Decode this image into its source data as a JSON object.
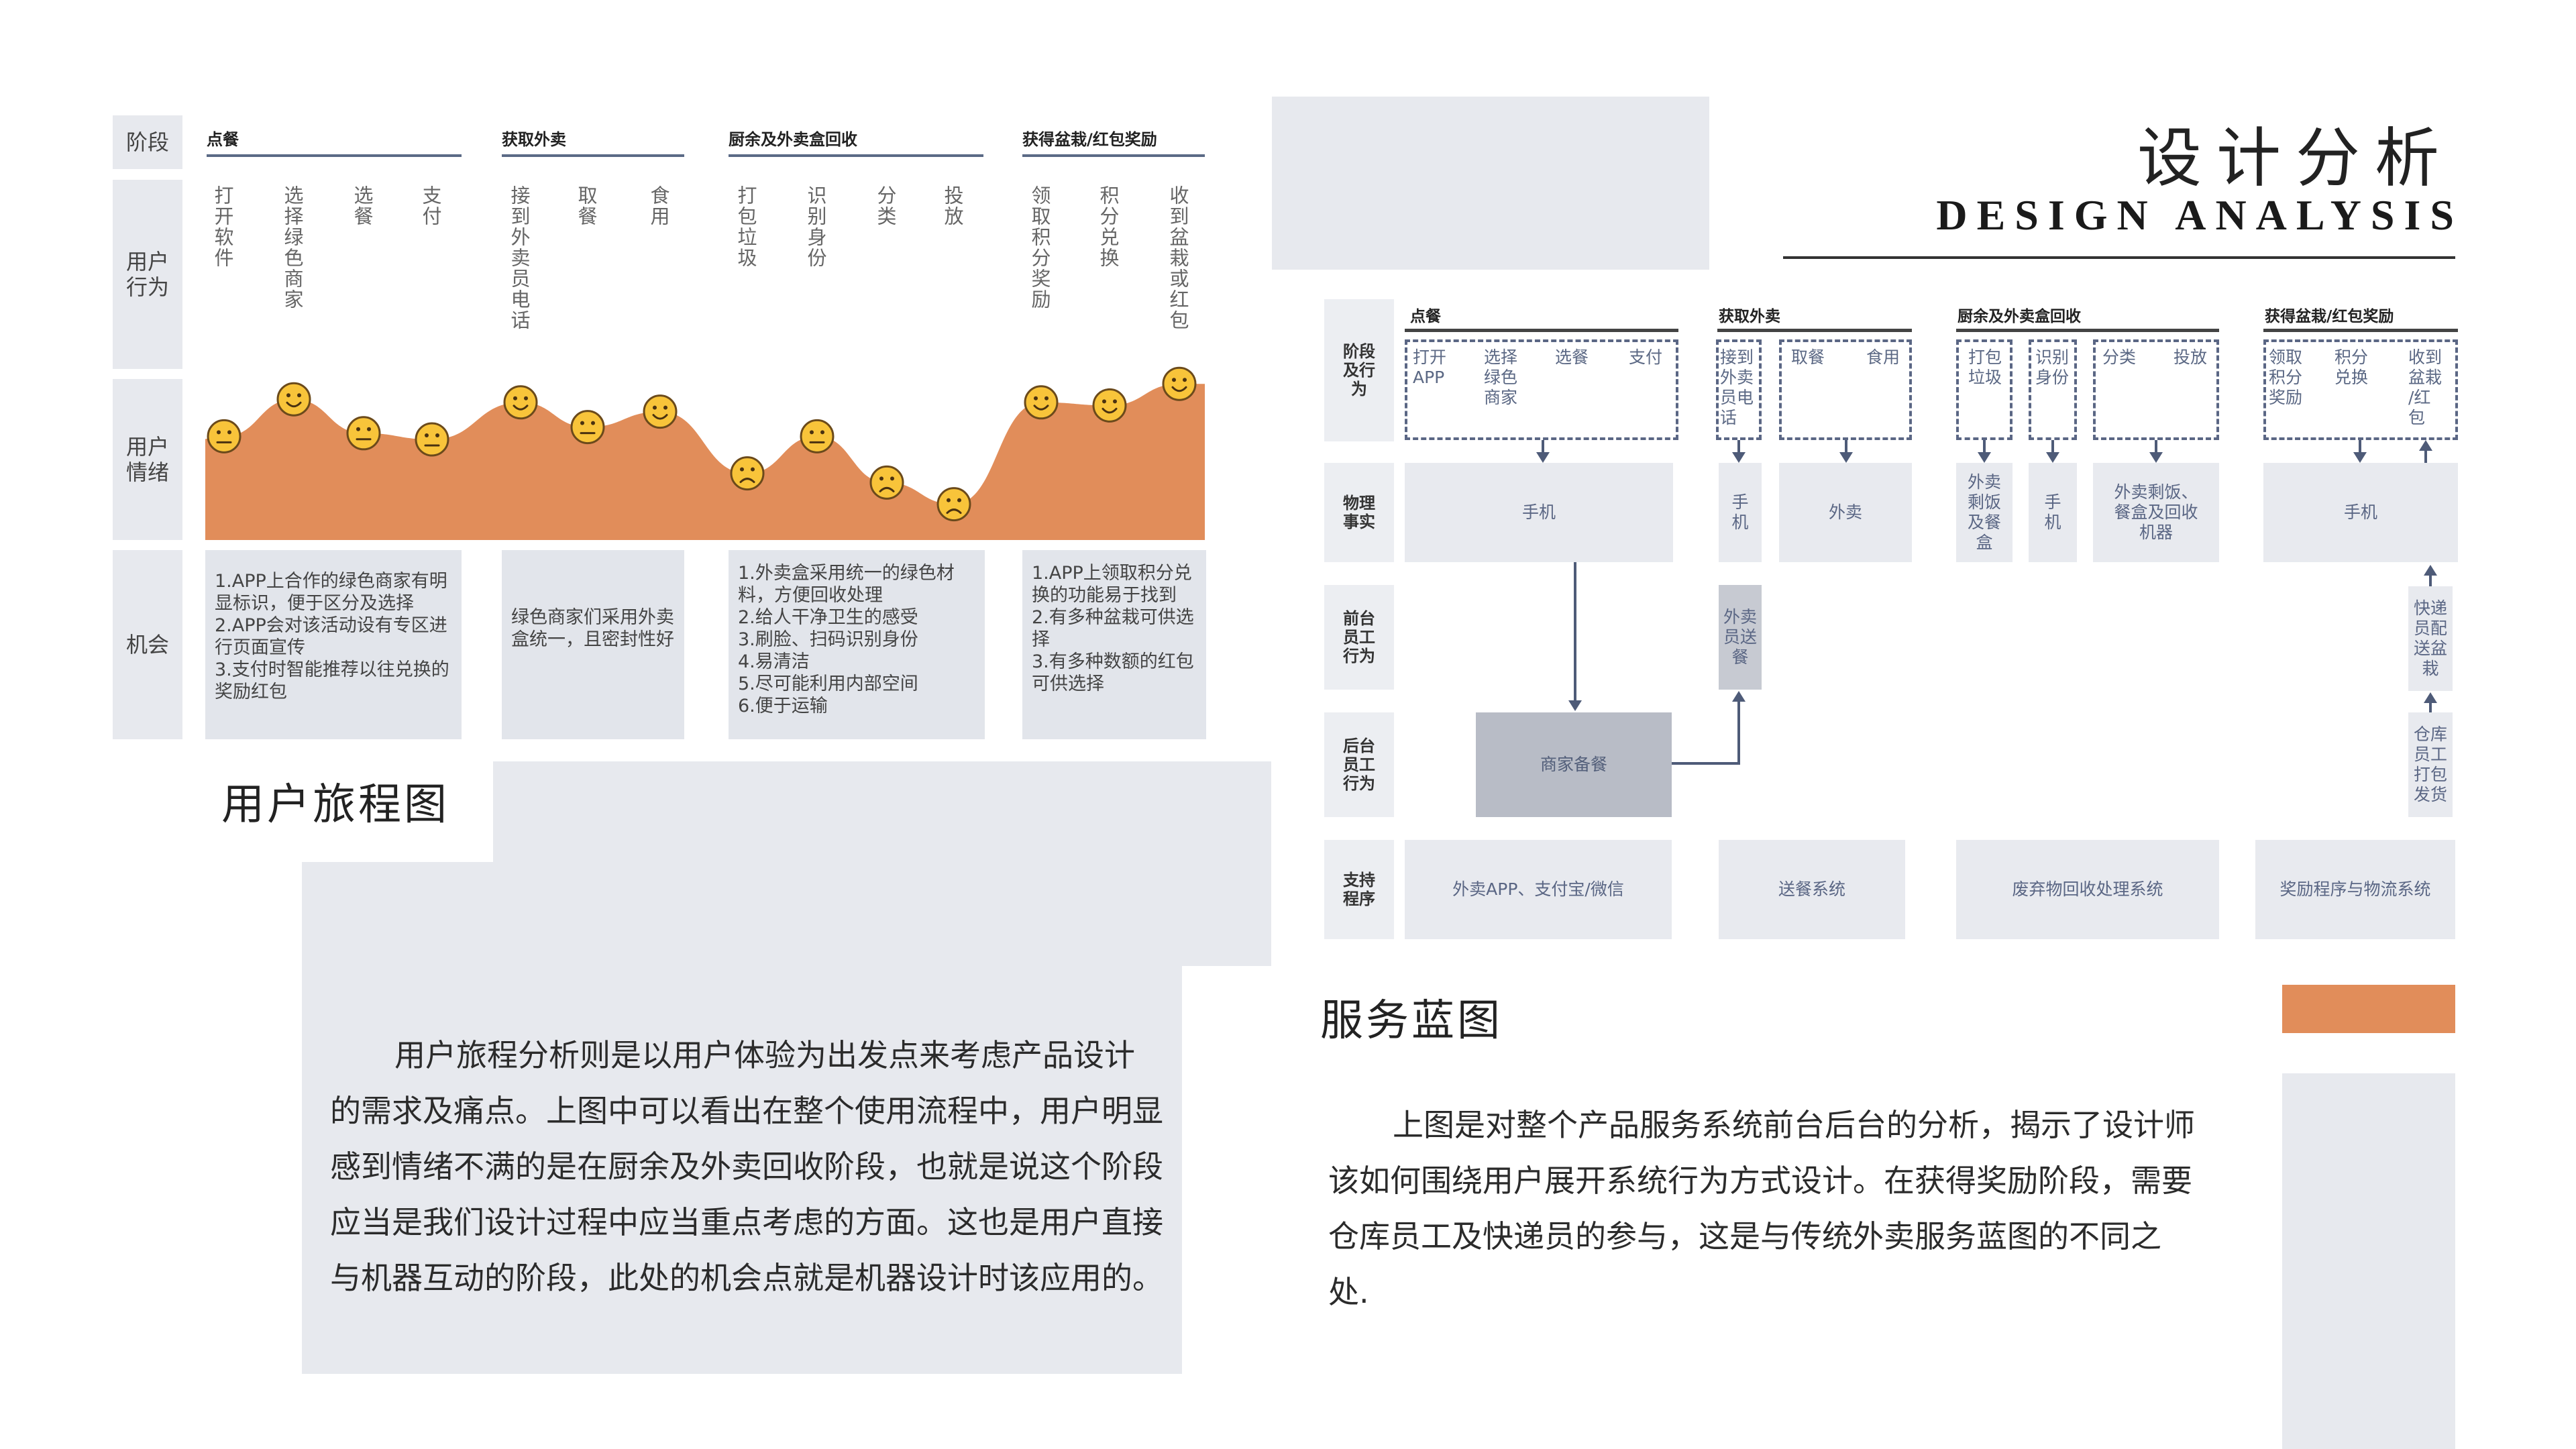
{
  "colors": {
    "accent_orange": "#e18d5a",
    "panel_gray": "#e7e9ee",
    "line_blue": "#5b6a86"
  },
  "journey": {
    "row_labels": [
      "阶段",
      "用户\n行为",
      "用户\n情绪",
      "机会"
    ],
    "stages": [
      "点餐",
      "获取外卖",
      "厨余及外卖盒回收",
      "获得盆栽/红包奖励"
    ],
    "actions": [
      "打开软件",
      "选择绿色商家",
      "选餐",
      "支付",
      "接到外卖员电话",
      "取餐",
      "食用",
      "打包垃圾",
      "识别身份",
      "分类",
      "投放",
      "领取积分奖励",
      "积分兑换",
      "收到盆栽或红包"
    ],
    "emotion_levels": [
      0.62,
      0.86,
      0.64,
      0.6,
      0.84,
      0.68,
      0.78,
      0.38,
      0.62,
      0.32,
      0.18,
      0.84,
      0.82,
      0.96
    ],
    "emotion_faces": [
      "neutral",
      "happy",
      "neutral",
      "neutral",
      "happy",
      "neutral",
      "happy",
      "sad",
      "neutral",
      "sad",
      "sad",
      "happy",
      "happy",
      "happy"
    ],
    "opportunities": [
      "1.APP上合作的绿色商家有明显标识，便于区分及选择\n2.APP会对该活动设有专区进行页面宣传\n3.支付时智能推荐以往兑换的奖励红包",
      "绿色商家们采用外卖盒统一，且密封性好",
      "1.外卖盒采用统一的绿色材料，方便回收处理\n2.给人干净卫生的感受\n3.刷脸、扫码识别身份\n4.易清洁\n5.尽可能利用内部空间\n6.便于运输",
      "1.APP上领取积分兑换的功能易于找到\n2.有多种盆栽可供选择\n3.有多种数额的红包可供选择"
    ],
    "title": "用户旅程图",
    "paragraph": "用户旅程分析则是以用户体验为出发点来考虑产品设计的需求及痛点。上图中可以看出在整个使用流程中，用户明显感到情绪不满的是在厨余及外卖回收阶段，也就是说这个阶段应当是我们设计过程中应当重点考虑的方面。这也是用户直接与机器互动的阶段，此处的机会点就是机器设计时该应用的。"
  },
  "header": {
    "title_cn": "设计分析",
    "title_en": "DESIGN ANALYSIS"
  },
  "blueprint": {
    "row_labels": [
      "阶段\n及行\n为",
      "物理\n事实",
      "前台\n员工\n行为",
      "后台\n员工\n行为",
      "支持\n程序"
    ],
    "stages": [
      "点餐",
      "获取外卖",
      "厨余及外卖盒回收",
      "获得盆栽/红包奖励"
    ],
    "actions": {
      "a1": "打开\nAPP",
      "a2": "选择\n绿色\n商家",
      "a3": "选餐",
      "a4": "支付",
      "b1": "接到\n外卖\n员电\n话",
      "b2": "取餐",
      "b3": "食用",
      "c1": "打包\n垃圾",
      "c2": "识别\n身份",
      "c3": "分类",
      "c4": "投放",
      "d1": "领取\n积分\n奖励",
      "d2": "积分\n兑换",
      "d3": "收到\n盆栽\n/红\n包"
    },
    "physical": [
      "手机",
      "手\n机",
      "外卖",
      "外卖\n剩饭\n及餐\n盒",
      "手\n机",
      "外卖剩饭、\n餐盒及回收\n机器",
      "手机"
    ],
    "frontstage": [
      "外卖\n员送\n餐",
      "快递\n员配\n送盆\n栽"
    ],
    "backstage": [
      "商家备餐",
      "仓库\n员工\n打包\n发货"
    ],
    "support": [
      "外卖APP、支付宝/微信",
      "送餐系统",
      "废弃物回收处理系统",
      "奖励程序与物流系统"
    ],
    "title": "服务蓝图",
    "paragraph": "上图是对整个产品服务系统前台后台的分析，揭示了设计师该如何围绕用户展开系统行为方式设计。在获得奖励阶段，需要仓库员工及快递员的参与，这是与传统外卖服务蓝图的不同之处."
  }
}
